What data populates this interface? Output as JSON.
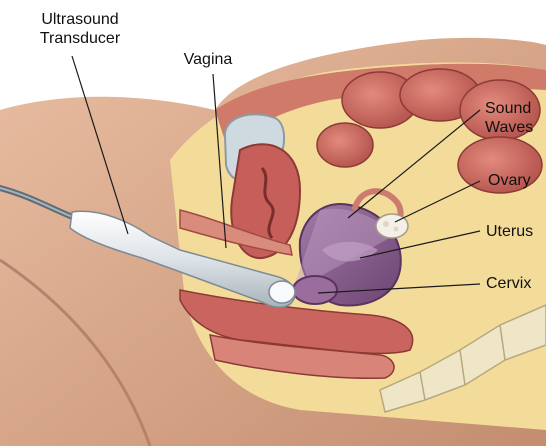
{
  "labels": {
    "transducer": "Ultrasound\nTransducer",
    "vagina": "Vagina",
    "sound_waves": "Sound\nWaves",
    "ovary": "Ovary",
    "uterus": "Uterus",
    "cervix": "Cervix"
  },
  "colors": {
    "skin": "#d9a88a",
    "skin_shadow": "#b88067",
    "fat": "#f3dc9a",
    "muscle": "#c9655e",
    "muscle_dark": "#9c3c3a",
    "bladder": "#cfd9e0",
    "uterus": "#8a5a8e",
    "probe": "#e4e8ec",
    "bone": "#efe6c8",
    "leader": "#1a1a1a"
  }
}
